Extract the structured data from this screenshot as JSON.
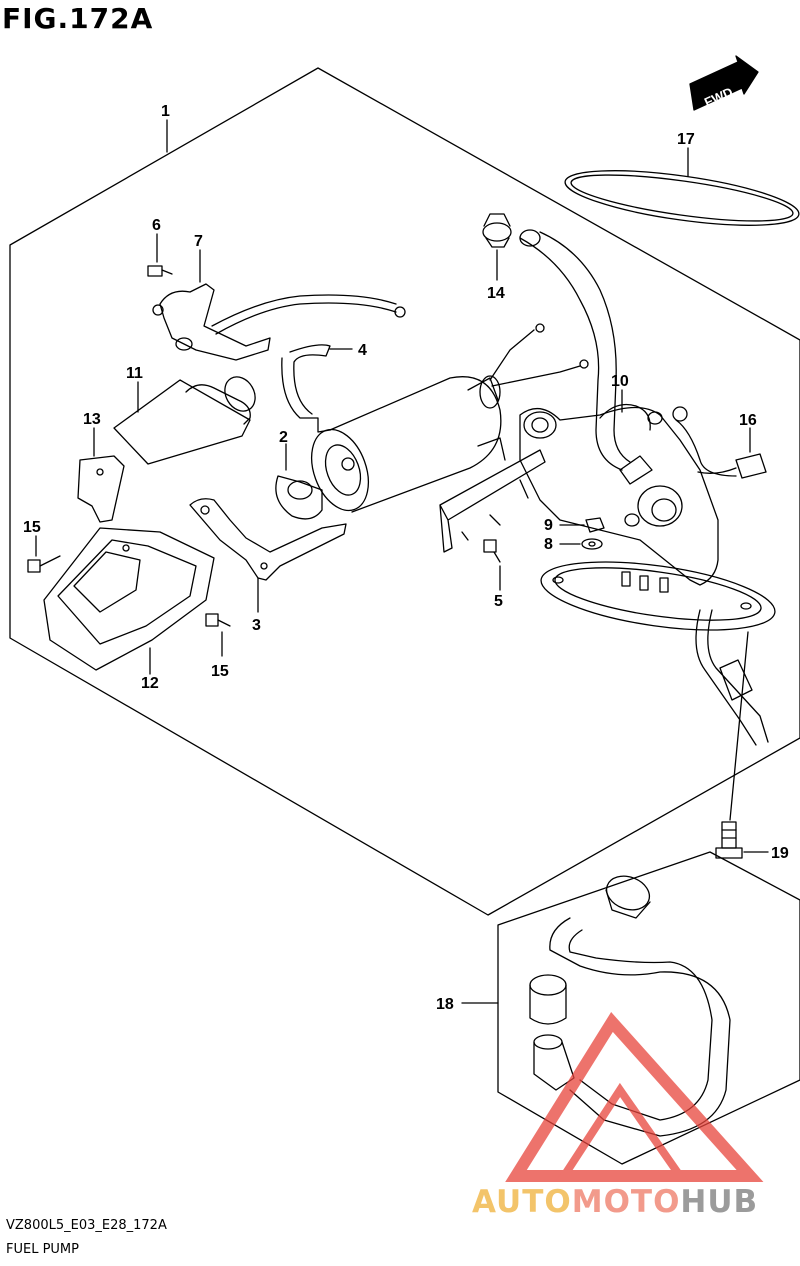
{
  "figure": {
    "title": "FIG.172A"
  },
  "direction": {
    "label": "FWD"
  },
  "callouts": {
    "c1": "1",
    "c2": "2",
    "c3": "3",
    "c4": "4",
    "c5": "5",
    "c6": "6",
    "c7": "7",
    "c8": "8",
    "c9": "9",
    "c10": "10",
    "c11": "11",
    "c12": "12",
    "c13": "13",
    "c14": "14",
    "c15a": "15",
    "c15b": "15",
    "c16": "16",
    "c17": "17",
    "c18": "18",
    "c19": "19"
  },
  "footer": {
    "code": "VZ800L5_E03_E28_172A",
    "title": "FUEL PUMP"
  },
  "watermark": {
    "part1": "AUTO",
    "part2": "MOTO",
    "part3": "HUB"
  },
  "colors": {
    "line": "#000000",
    "watermark_red": "#e8453c",
    "watermark_yellow": "#f3c46a",
    "watermark_grey": "#9b9b9b"
  }
}
